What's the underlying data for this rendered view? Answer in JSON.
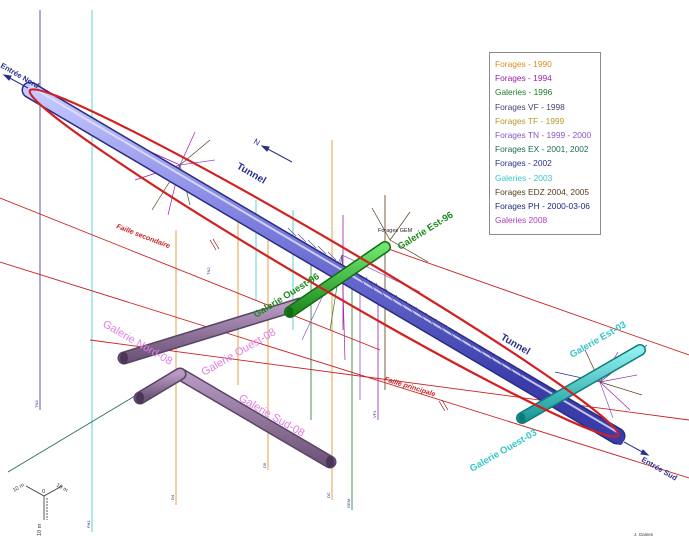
{
  "legend": [
    {
      "label": "Forages - 1990",
      "color": "#e08a1e"
    },
    {
      "label": "Forages - 1994",
      "color": "#9b1fa8"
    },
    {
      "label": "Galeries - 1996",
      "color": "#1c7a2a"
    },
    {
      "label": "Forages VF - 1998",
      "color": "#4a3c6e"
    },
    {
      "label": "Forages TF - 1999",
      "color": "#b8962a"
    },
    {
      "label": "Forages TN - 1999 - 2000",
      "color": "#8a55c8"
    },
    {
      "label": "Forages EX  - 2001, 2002",
      "color": "#1d6e4a"
    },
    {
      "label": "Forages - 2002",
      "color": "#2b2f8c"
    },
    {
      "label": "Galeries - 2003",
      "color": "#35c6c9"
    },
    {
      "label": "Forages EDZ 2004, 2005",
      "color": "#5a3a1a"
    },
    {
      "label": "Forages PH - 2000-03-06",
      "color": "#202a7a"
    },
    {
      "label": "Galeries 2008",
      "color": "#b03ab8"
    }
  ],
  "labels": {
    "entree_nord": "Entrée Nord",
    "entree_sud": "Entrée Sud",
    "tunnel_1": "Tunnel",
    "tunnel_2": "Tunnel",
    "north": "N",
    "faille_secondaire": "Faille secondaire",
    "faille_principale": "Faille principale",
    "galerie_est_96": "Galerie Est-96",
    "galerie_ouest_96": "Galerie Ouest-96",
    "galerie_est_03": "Galerie Est-03",
    "galerie_ouest_03": "Galerie Ouest-03",
    "galerie_nord_08": "Galerie Nord-08",
    "galerie_ouest_08": "Galerie Ouest-08",
    "galerie_sud_08": "Galerie Sud-08",
    "forages_gem": "Forages GEM",
    "scale_10m_left": "10 m",
    "scale_0": "0",
    "scale_10m_right": "10 m",
    "scale_10m_down": "10 m",
    "credit": "J. Gaines"
  },
  "colors": {
    "tunnel_fill": "#7d7fe0",
    "ellipse": "#d22020",
    "fault": "#cc2222",
    "galerie_96": "#2eaa2e",
    "galerie_03": "#3cc6c6",
    "galerie_08": "#8a6a9a"
  }
}
